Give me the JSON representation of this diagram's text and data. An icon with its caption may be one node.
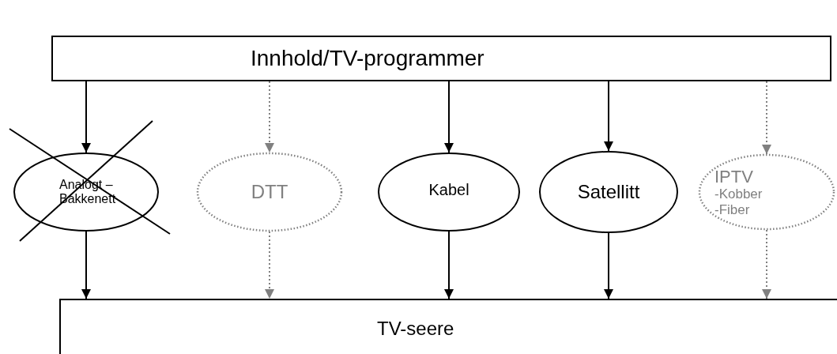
{
  "diagram": {
    "nodes": [
      {
        "text": [
          "Innhold/TV-programmer"
        ]
      },
      {
        "text": [
          "Analogt – Bakkenett"
        ]
      },
      {
        "text": [
          "DTT"
        ]
      },
      {
        "text": [
          "Kabel"
        ]
      },
      {
        "text": [
          "Satellitt"
        ]
      },
      {
        "text": [
          "IPTV",
          "-Kobber",
          "-Fiber"
        ]
      },
      {
        "text": [
          "TV-seere"
        ]
      }
    ],
    "edges": [
      {
        "from": 0,
        "to": 1,
        "arrow": "to"
      },
      {
        "from": 0,
        "to": 2,
        "arrow": "to",
        "style": "dashed",
        "color": "#808080"
      },
      {
        "from": 0,
        "to": 3,
        "arrow": "to"
      },
      {
        "from": 0,
        "to": 4,
        "arrow": "to"
      },
      {
        "from": 0,
        "to": 5,
        "arrow": "to",
        "style": "dashed",
        "color": "#808080"
      },
      {
        "from": 1,
        "to": 6,
        "arrow": "to"
      },
      {
        "from": 2,
        "to": 6,
        "arrow": "to",
        "style": "dashed",
        "color": "#808080"
      },
      {
        "from": 3,
        "to": 6,
        "arrow": "to"
      },
      {
        "from": 4,
        "to": 6,
        "arrow": "to"
      },
      {
        "from": 5,
        "to": 6,
        "arrow": "to",
        "style": "dashed",
        "color": "#808080"
      }
    ]
  }
}
